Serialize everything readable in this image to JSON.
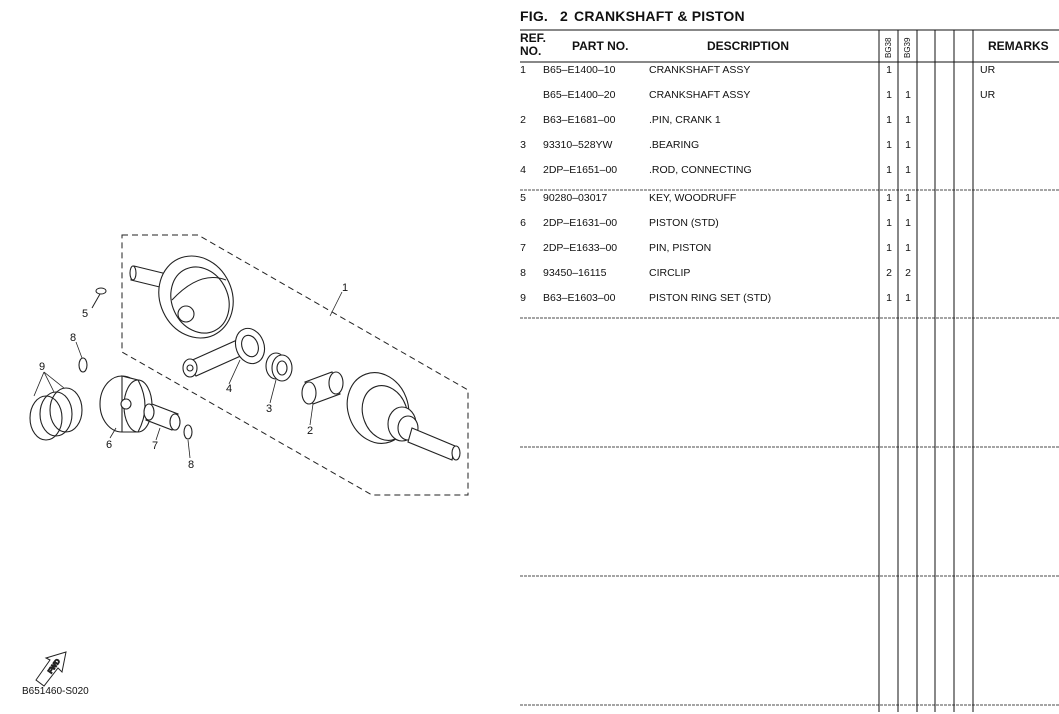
{
  "figure": {
    "label": "FIG.",
    "number": "2",
    "title": "CRANKSHAFT & PISTON",
    "reference_code": "B651460-S020",
    "callouts": [
      "1",
      "2",
      "3",
      "4",
      "5",
      "6",
      "7",
      "8",
      "8",
      "9"
    ],
    "fwd_label": "FWD"
  },
  "table": {
    "headers": {
      "ref_line1": "REF.",
      "ref_line2": "NO.",
      "part_no": "PART NO.",
      "description": "DESCRIPTION",
      "col1": "BG38",
      "col2": "BG39",
      "remarks": "REMARKS"
    },
    "rows": [
      {
        "ref": "1",
        "part": "B65–E1400–10",
        "desc": "CRANKSHAFT ASSY",
        "q1": "1",
        "q2": "",
        "remarks": "UR"
      },
      {
        "ref": "",
        "part": "B65–E1400–20",
        "desc": "CRANKSHAFT ASSY",
        "q1": "1",
        "q2": "1",
        "remarks": "UR"
      },
      {
        "ref": "2",
        "part": "B63–E1681–00",
        "desc": ".PIN, CRANK 1",
        "q1": "1",
        "q2": "1",
        "remarks": ""
      },
      {
        "ref": "3",
        "part": "93310–528YW",
        "desc": ".BEARING",
        "q1": "1",
        "q2": "1",
        "remarks": ""
      },
      {
        "ref": "4",
        "part": "2DP–E1651–00",
        "desc": ".ROD, CONNECTING",
        "q1": "1",
        "q2": "1",
        "remarks": ""
      },
      {
        "ref": "5",
        "part": "90280–03017",
        "desc": "KEY, WOODRUFF",
        "q1": "1",
        "q2": "1",
        "remarks": ""
      },
      {
        "ref": "6",
        "part": "2DP–E1631–00",
        "desc": "PISTON (STD)",
        "q1": "1",
        "q2": "1",
        "remarks": ""
      },
      {
        "ref": "7",
        "part": "2DP–E1633–00",
        "desc": "PIN, PISTON",
        "q1": "1",
        "q2": "1",
        "remarks": ""
      },
      {
        "ref": "8",
        "part": "93450–16115",
        "desc": "CIRCLIP",
        "q1": "2",
        "q2": "2",
        "remarks": ""
      },
      {
        "ref": "9",
        "part": "B63–E1603–00",
        "desc": "PISTON RING SET (STD)",
        "q1": "1",
        "q2": "1",
        "remarks": ""
      }
    ]
  }
}
